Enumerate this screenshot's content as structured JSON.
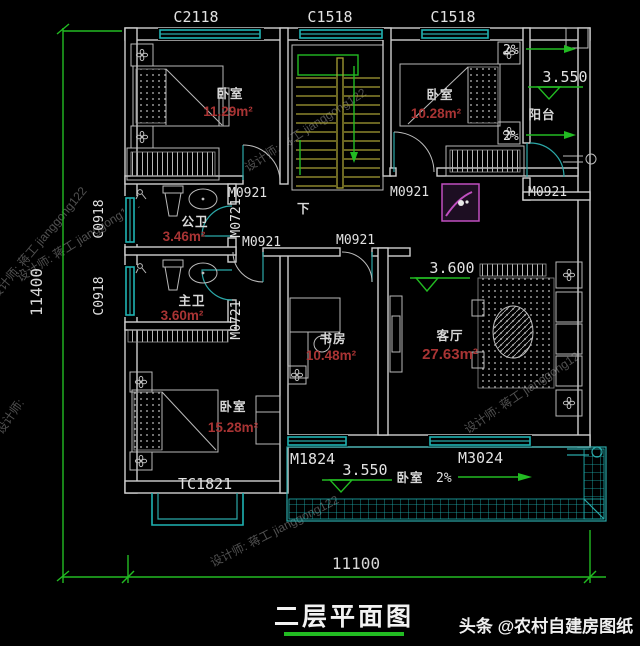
{
  "title": "二层平面图",
  "credit": "头条 @农村自建房图纸",
  "watermark": {
    "full": "设计师: 蒋工 jianggong122",
    "short": "设计师:"
  },
  "dimensions": {
    "height_total": "11400",
    "width_total": "11100"
  },
  "levels": {
    "balcony": "3.550",
    "living": "3.600",
    "terrace": "3.550"
  },
  "slope": "2%",
  "stairs": {
    "down_label": "下"
  },
  "windows": {
    "top": [
      "C2118",
      "C1518",
      "C1518"
    ],
    "left": [
      "C0918",
      "C0918"
    ],
    "bay": "TC1821"
  },
  "door_labels": {
    "m0921": "M0921",
    "m0721": "M0721",
    "m1824": "M1824",
    "m3024": "M3024"
  },
  "rooms": {
    "bedroom_top_left": {
      "name": "卧室",
      "area": "11.29m²"
    },
    "bedroom_top_right": {
      "name": "卧室",
      "area": "10.28m²"
    },
    "bath_public": {
      "name": "公卫",
      "area": "3.46m²"
    },
    "bath_master": {
      "name": "主卫",
      "area": "3.60m²"
    },
    "study": {
      "name": "书房",
      "area": "10.48m²"
    },
    "living": {
      "name": "客厅",
      "area": "27.63m²"
    },
    "bedroom_bottom": {
      "name": "卧室",
      "area": "15.28m²"
    },
    "balcony": {
      "name": "阳台"
    },
    "terrace": {
      "name": "卧室"
    }
  },
  "colors": {
    "background": "#000000",
    "wall": "#cfcfcf",
    "window": "#1fb3b3",
    "dimension_green": "#22bb22",
    "stairs_yellow": "#a8a035",
    "area_red": "#a93434",
    "stamp_magenta": "#c04fc0"
  }
}
